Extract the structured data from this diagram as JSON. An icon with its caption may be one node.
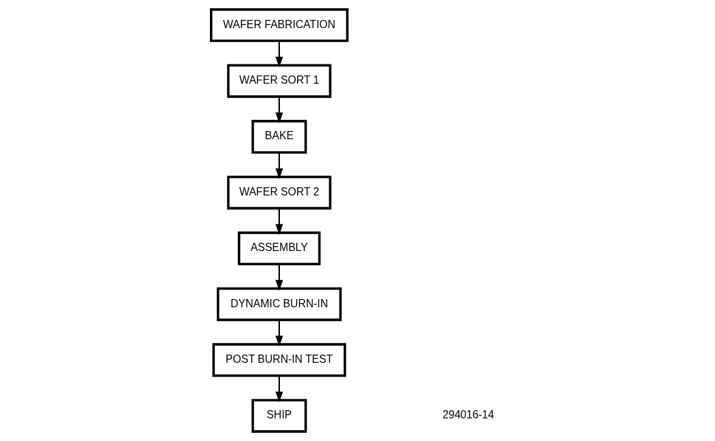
{
  "diagram": {
    "nodes": [
      {
        "text": [
          "WAFER FABRICATION"
        ]
      },
      {
        "text": [
          "WAFER SORT 1"
        ]
      },
      {
        "text": [
          "BAKE"
        ]
      },
      {
        "text": [
          "WAFER SORT 2"
        ]
      },
      {
        "text": [
          "ASSEMBLY"
        ]
      },
      {
        "text": [
          "DYNAMIC BURN-IN"
        ]
      },
      {
        "text": [
          "POST BURN-IN TEST"
        ]
      },
      {
        "text": [
          "SHIP"
        ]
      }
    ],
    "edges": [
      {
        "from": 0,
        "to": 1,
        "arrow": "to"
      },
      {
        "from": 1,
        "to": 2,
        "arrow": "to"
      },
      {
        "from": 2,
        "to": 3,
        "arrow": "to"
      },
      {
        "from": 3,
        "to": 4,
        "arrow": "to"
      },
      {
        "from": 4,
        "to": 5,
        "arrow": "to"
      },
      {
        "from": 5,
        "to": 6,
        "arrow": "to"
      },
      {
        "from": 6,
        "to": 7,
        "arrow": "to"
      }
    ],
    "labels": [
      "294016-14"
    ]
  }
}
